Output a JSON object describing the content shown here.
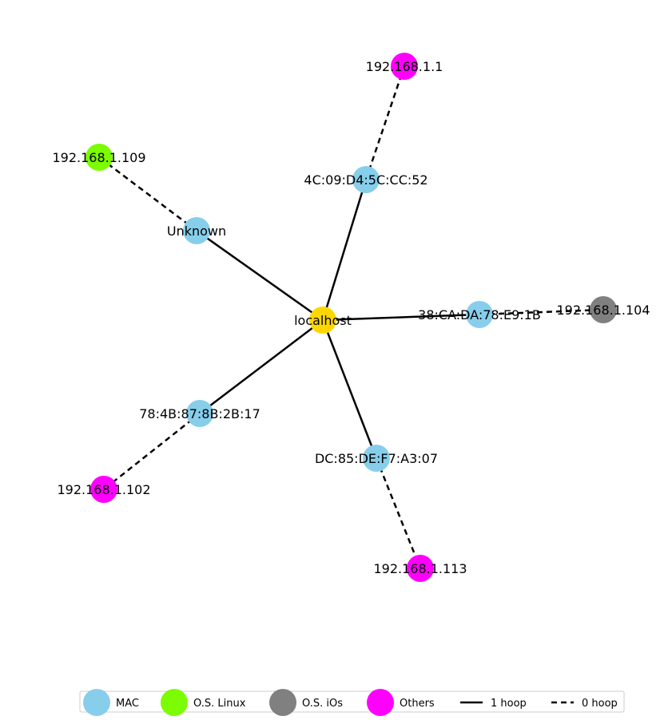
{
  "colors": {
    "mac": "#87ceeb",
    "linux": "#7cfc00",
    "ios": "#808080",
    "others": "#ff00ff",
    "localhost": "#ffd700",
    "edge": "#000000"
  },
  "nodes": [
    {
      "id": "localhost",
      "label": "localhost",
      "kind": "localhost"
    },
    {
      "id": "unknown",
      "label": "Unknown",
      "kind": "mac"
    },
    {
      "id": "mac_4c",
      "label": "4C:09:D4:5C:CC:52",
      "kind": "mac"
    },
    {
      "id": "mac_38",
      "label": "38:CA:DA:78:E9:1B",
      "kind": "mac"
    },
    {
      "id": "mac_78",
      "label": "78:4B:87:8B:2B:17",
      "kind": "mac"
    },
    {
      "id": "mac_dc",
      "label": "DC:85:DE:F7:A3:07",
      "kind": "mac"
    },
    {
      "id": "ip_1",
      "label": "192.168.1.1",
      "kind": "others"
    },
    {
      "id": "ip_109",
      "label": "192.168.1.109",
      "kind": "linux"
    },
    {
      "id": "ip_104",
      "label": "192.168.1.104",
      "kind": "ios"
    },
    {
      "id": "ip_102",
      "label": "192.168.1.102",
      "kind": "others"
    },
    {
      "id": "ip_113",
      "label": "192.168.1.113",
      "kind": "others"
    }
  ],
  "edges": [
    {
      "from": "localhost",
      "to": "unknown",
      "style": "solid"
    },
    {
      "from": "localhost",
      "to": "mac_4c",
      "style": "solid"
    },
    {
      "from": "localhost",
      "to": "mac_38",
      "style": "solid"
    },
    {
      "from": "localhost",
      "to": "mac_78",
      "style": "solid"
    },
    {
      "from": "localhost",
      "to": "mac_dc",
      "style": "solid"
    },
    {
      "from": "unknown",
      "to": "ip_109",
      "style": "dashed"
    },
    {
      "from": "mac_4c",
      "to": "ip_1",
      "style": "dashed"
    },
    {
      "from": "mac_38",
      "to": "ip_104",
      "style": "dashed"
    },
    {
      "from": "mac_78",
      "to": "ip_102",
      "style": "dashed"
    },
    {
      "from": "mac_dc",
      "to": "ip_113",
      "style": "dashed"
    }
  ],
  "legend": [
    {
      "type": "marker",
      "kind": "mac",
      "label": "MAC"
    },
    {
      "type": "marker",
      "kind": "linux",
      "label": "O.S. Linux"
    },
    {
      "type": "marker",
      "kind": "ios",
      "label": "O.S. iOs"
    },
    {
      "type": "marker",
      "kind": "others",
      "label": "Others"
    },
    {
      "type": "line",
      "style": "solid",
      "label": "1 hoop"
    },
    {
      "type": "line",
      "style": "dashed",
      "label": "0 hoop"
    }
  ]
}
